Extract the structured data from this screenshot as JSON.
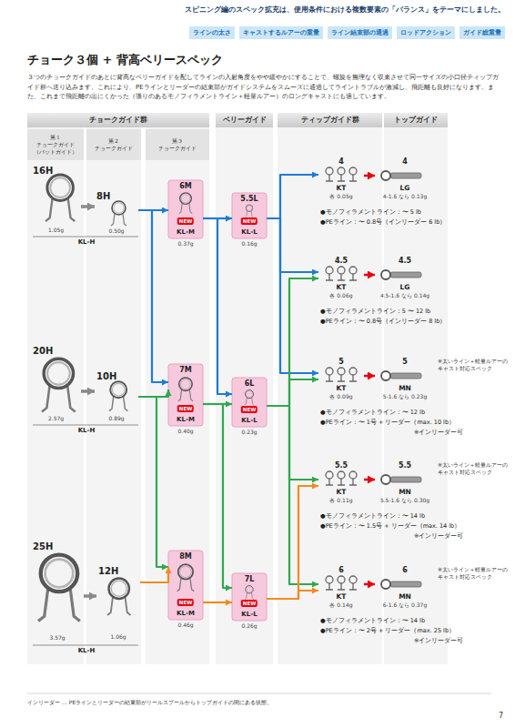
{
  "diagram": {
    "title": "チョーク３個 + 背高ベリースペック",
    "nodes": [
      {
        "text": [
          "ラインの太さ"
        ]
      },
      {
        "text": [
          "キャストするルアーの重量"
        ]
      },
      {
        "text": [
          "ライン結束部の通過"
        ]
      },
      {
        "text": [
          "ロッドアクション"
        ]
      },
      {
        "text": [
          "ガイド総重量"
        ]
      },
      {
        "text": [
          "チョークガイド群"
        ]
      },
      {
        "text": [
          "第１ チョークガイド",
          "（バットガイド）"
        ]
      },
      {
        "text": [
          "第２ チョークガイド"
        ]
      },
      {
        "text": [
          "第３ チョークガイド"
        ]
      },
      {
        "text": [
          "ベリーガイド"
        ]
      },
      {
        "text": [
          "ティップガイド群"
        ]
      },
      {
        "text": [
          "トップガイド"
        ]
      },
      {
        "text": [
          "16H",
          "1.05g"
        ]
      },
      {
        "text": [
          "8H",
          "0.50g"
        ]
      },
      {
        "text": [
          "6M",
          "NEW",
          "KL-M",
          "0.37g"
        ]
      },
      {
        "text": [
          "5.5L",
          "NEW",
          "KL-L",
          "0.16g"
        ]
      },
      {
        "text": [
          "20H",
          "2.57g"
        ]
      },
      {
        "text": [
          "10H",
          "0.89g"
        ]
      },
      {
        "text": [
          "7M",
          "NEW",
          "KL-M",
          "0.40g"
        ]
      },
      {
        "text": [
          "6L",
          "NEW",
          "KL-L",
          "0.23g"
        ]
      },
      {
        "text": [
          "25H",
          "3.57g"
        ]
      },
      {
        "text": [
          "12H",
          "1.06g"
        ]
      },
      {
        "text": [
          "8M",
          "NEW",
          "KL-M",
          "0.46g"
        ]
      },
      {
        "text": [
          "7L",
          "NEW",
          "KL-L",
          "0.26g"
        ]
      },
      {
        "text": [
          "4",
          "KT",
          "各 0.05g"
        ]
      },
      {
        "text": [
          "4",
          "LG",
          "4-1.6 なら 0.13g"
        ]
      },
      {
        "text": [
          "4.5",
          "KT",
          "各 0.06g"
        ]
      },
      {
        "text": [
          "4.5",
          "LG",
          "4.5-1.6 なら 0.14g"
        ]
      },
      {
        "text": [
          "5",
          "KT",
          "各 0.09g"
        ]
      },
      {
        "text": [
          "5",
          "MN",
          "5-1.6 なら 0.23g"
        ]
      },
      {
        "text": [
          "5.5",
          "KT",
          "各 0.11g"
        ]
      },
      {
        "text": [
          "5.5",
          "MN",
          "5.5-1.6 なら 0.30g"
        ]
      },
      {
        "text": [
          "6",
          "KT",
          "各 0.14g"
        ]
      },
      {
        "text": [
          "6",
          "MN",
          "6-1.6 なら 0.37g"
        ]
      }
    ],
    "edges": [
      {
        "from": 12,
        "to": 13,
        "arrow": "to"
      },
      {
        "from": 16,
        "to": 17,
        "arrow": "to"
      },
      {
        "from": 20,
        "to": 21,
        "arrow": "to"
      },
      {
        "from": 13,
        "to": 14,
        "arrow": "to"
      },
      {
        "from": 13,
        "to": 18,
        "arrow": "to"
      },
      {
        "from": 17,
        "to": 18,
        "arrow": "to"
      },
      {
        "from": 17,
        "to": 22,
        "arrow": "to"
      },
      {
        "from": 21,
        "to": 22,
        "arrow": "to"
      },
      {
        "from": 14,
        "to": 15,
        "arrow": "to"
      },
      {
        "from": 14,
        "to": 19,
        "arrow": "to"
      },
      {
        "from": 18,
        "to": 19,
        "arrow": "to"
      },
      {
        "from": 18,
        "to": 23,
        "arrow": "to"
      },
      {
        "from": 22,
        "to": 23,
        "arrow": "to"
      },
      {
        "from": 15,
        "to": 24,
        "arrow": "to"
      },
      {
        "from": 15,
        "to": 26,
        "arrow": "to"
      },
      {
        "from": 15,
        "to": 28,
        "arrow": "to"
      },
      {
        "from": 19,
        "to": 26,
        "arrow": "to"
      },
      {
        "from": 19,
        "to": 28,
        "arrow": "to"
      },
      {
        "from": 19,
        "to": 30,
        "arrow": "to"
      },
      {
        "from": 19,
        "to": 32,
        "arrow": "to"
      },
      {
        "from": 23,
        "to": 30,
        "arrow": "to"
      },
      {
        "from": 23,
        "to": 32,
        "arrow": "to"
      },
      {
        "from": 24,
        "to": 25,
        "arrow": "to"
      },
      {
        "from": 26,
        "to": 27,
        "arrow": "to"
      },
      {
        "from": 28,
        "to": 29,
        "arrow": "to"
      },
      {
        "from": 30,
        "to": 31,
        "arrow": "to"
      },
      {
        "from": 32,
        "to": 33,
        "arrow": "to"
      }
    ],
    "labels": [
      "スピニング編のスペック拡充は、使用条件における複数要素の「バランス」をテーマにしました。",
      "３つのチョークガイドのあとに背高なベリーガイドを配してラインの入射角度をやや緩やかにすることで、螺旋を無理なく収束させて同一サイズの小口径ティップガイド群へ送り込みます。これにより、PEラインとリーダーの結束部がガイドシステムをスムーズに通過してライントラブルが激減し、飛距離も良好になります。また、これまで飛距離の出にくかった（張りのあるモノフィラメントライン＋軽量ルアー）のロングキャストにも適しています。",
      "KL-H",
      "KL-H",
      "KL-H",
      "●モノフィラメントライン：〜 5 lb",
      "●PEライン：〜 0.8号（インリーダー 6 lb）",
      "●モノフィラメントライン：5 〜 12 lb",
      "●PEライン：〜 0.8号（インリーダー 8 lb）",
      "※太いライン＋軽量ルアーのキャスト対応スペック",
      "●モノフィラメントライン：〜 12 lb",
      "●PEライン：〜 1号 + リーダー（max. 10 lb）",
      "※インリーダー可",
      "※太いライン＋軽量ルアーのキャスト対応スペック",
      "●モノフィラメントライン：〜 14 lb",
      "●PEライン：〜 1.5号 + リーダー（max. 14 lb）",
      "※インリーダー可",
      "※太いライン＋軽量ルアーのキャスト対応スペック",
      "●モノフィラメントライン：〜 14 lb",
      "●PEライン：〜 2号 + リーダー（max. 25 lb）",
      "※インリーダー可",
      "インリーダー … PEラインとリーダーの結束部がリールスプールからトップガイドの間にある状態。",
      "7"
    ]
  }
}
